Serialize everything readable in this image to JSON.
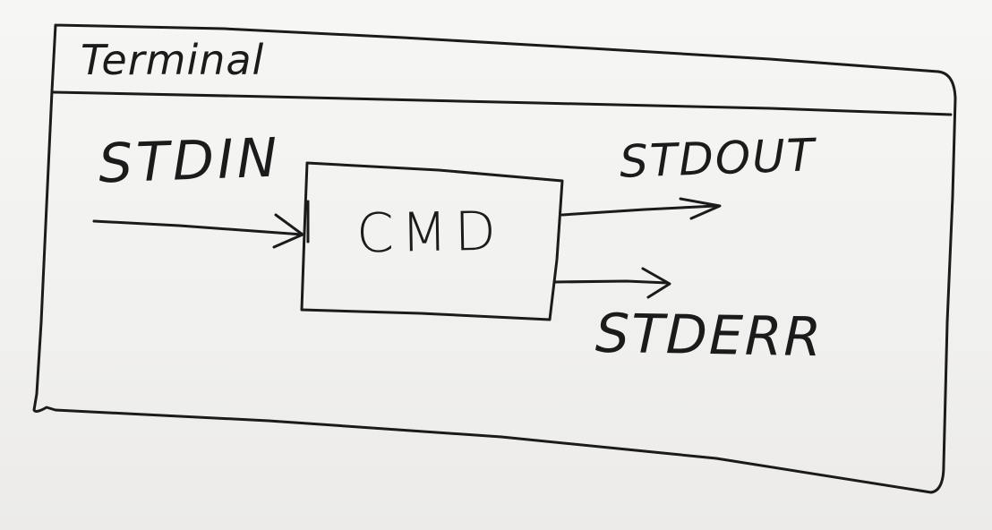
{
  "diagram": {
    "container_title": "Terminal",
    "process": "CMD",
    "input": "STDIN",
    "outputs": [
      "STDOUT",
      "STDERR"
    ],
    "ink_color": "#1b1b1b",
    "board_color": "#f3f3f1"
  }
}
